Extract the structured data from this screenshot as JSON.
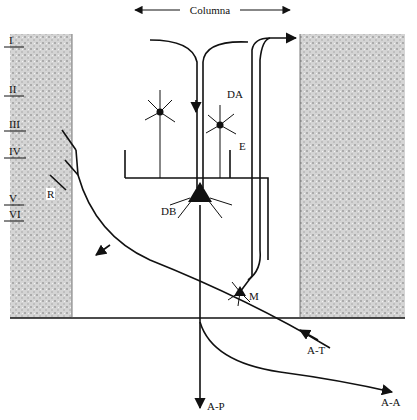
{
  "diagram": {
    "labels": [
      "Columna",
      "I",
      "II",
      "III",
      "IV",
      "V",
      "VI",
      "DA",
      "E",
      "DB",
      "M",
      "R",
      "A-T",
      "A-P",
      "A-A"
    ]
  }
}
